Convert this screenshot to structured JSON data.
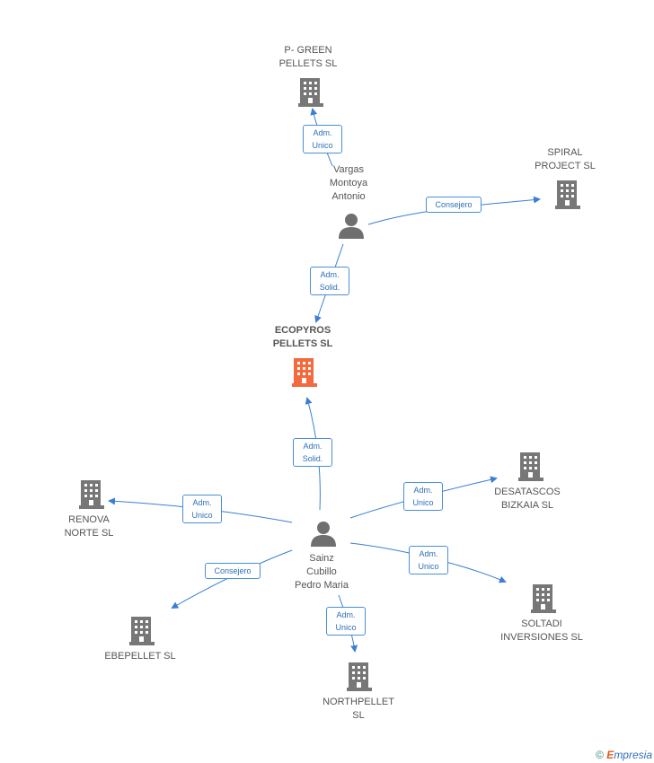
{
  "nodes": {
    "p_green": {
      "label": "P- GREEN\nPELLETS SL"
    },
    "spiral": {
      "label": "SPIRAL\nPROJECT SL"
    },
    "vargas": {
      "label": "Vargas\nMontoya\nAntonio"
    },
    "ecopyros": {
      "label": "ECOPYROS\nPELLETS SL"
    },
    "renova": {
      "label": "RENOVA\nNORTE SL"
    },
    "desatascos": {
      "label": "DESATASCOS\nBIZKAIA SL"
    },
    "sainz": {
      "label": "Sainz\nCubillo\nPedro Maria"
    },
    "ebepellet": {
      "label": "EBEPELLET SL"
    },
    "soltadi": {
      "label": "SOLTADI\nINVERSIONES SL"
    },
    "northpellet": {
      "label": "NORTHPELLET\nSL"
    }
  },
  "edges": {
    "vargas_pgreen": "Adm.\nUnico",
    "vargas_spiral": "Consejero",
    "vargas_ecopyros": "Adm.\nSolid.",
    "sainz_ecopyros": "Adm.\nSolid.",
    "sainz_renova": "Adm.\nUnico",
    "sainz_desatascos": "Adm.\nUnico",
    "sainz_ebepellet": "Consejero",
    "sainz_soltadi": "Adm.\nUnico",
    "sainz_northpellet": "Adm.\nUnico"
  },
  "colors": {
    "link": "#3a7fd5",
    "building": "#777777",
    "building_center": "#f26a3d",
    "person": "#6f6f6f"
  },
  "footer": {
    "copyright": "©",
    "brand_e": "E",
    "brand_rest": "mpresia"
  }
}
